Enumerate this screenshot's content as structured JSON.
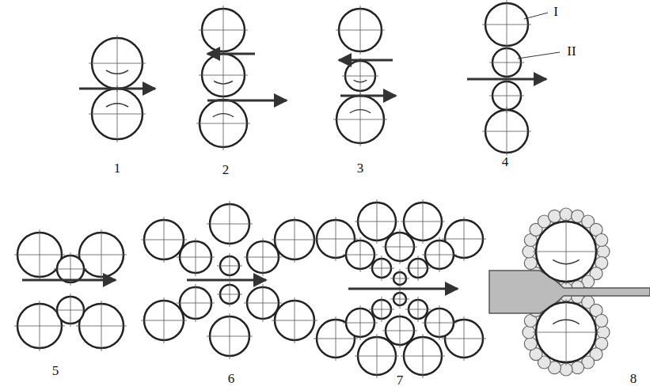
{
  "diagram": {
    "labels": [
      "I",
      "II",
      "1",
      "2",
      "3",
      "4",
      "5",
      "6",
      "7",
      "8"
    ]
  }
}
